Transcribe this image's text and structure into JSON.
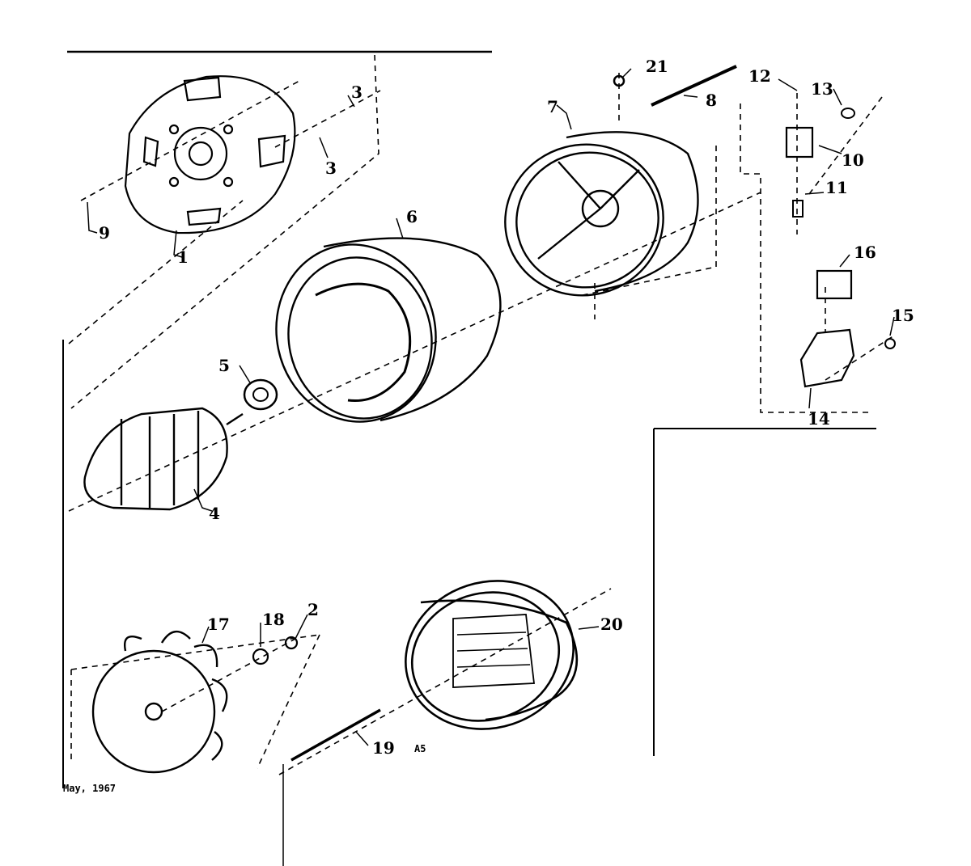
{
  "diagram": {
    "callouts": {
      "c1": "1",
      "c2": "2",
      "c3": "3",
      "c3b": "3",
      "c4": "4",
      "c5": "5",
      "c6": "6",
      "c7": "7",
      "c8": "8",
      "c9": "9",
      "c10": "10",
      "c11": "11",
      "c12": "12",
      "c13": "13",
      "c14": "14",
      "c15": "15",
      "c16": "16",
      "c17": "17",
      "c18": "18",
      "c19": "19",
      "c20": "20",
      "c21": "21"
    },
    "date": "May, 1967",
    "page_code": "A5"
  }
}
